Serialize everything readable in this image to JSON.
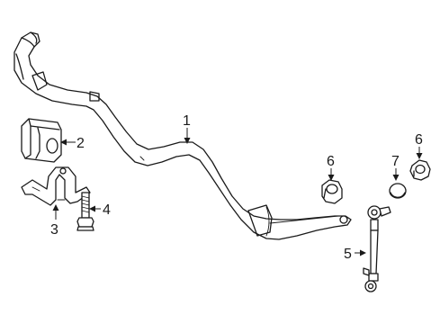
{
  "callouts": [
    {
      "id": "1",
      "text": "1"
    },
    {
      "id": "2",
      "text": "2"
    },
    {
      "id": "3",
      "text": "3"
    },
    {
      "id": "4",
      "text": "4"
    },
    {
      "id": "5",
      "text": "5"
    },
    {
      "id": "6a",
      "text": "6"
    },
    {
      "id": "6b",
      "text": "6"
    },
    {
      "id": "7",
      "text": "7"
    }
  ],
  "parts": [
    {
      "callout": "1",
      "icon": "stabilizer-bar-icon"
    },
    {
      "callout": "2",
      "icon": "bushing-icon"
    },
    {
      "callout": "3",
      "icon": "bracket-clamp-icon"
    },
    {
      "callout": "4",
      "icon": "bolt-icon"
    },
    {
      "callout": "5",
      "icon": "link-rod-icon"
    },
    {
      "callout": "6",
      "icon": "nut-icon"
    },
    {
      "callout": "7",
      "icon": "cap-icon"
    }
  ]
}
